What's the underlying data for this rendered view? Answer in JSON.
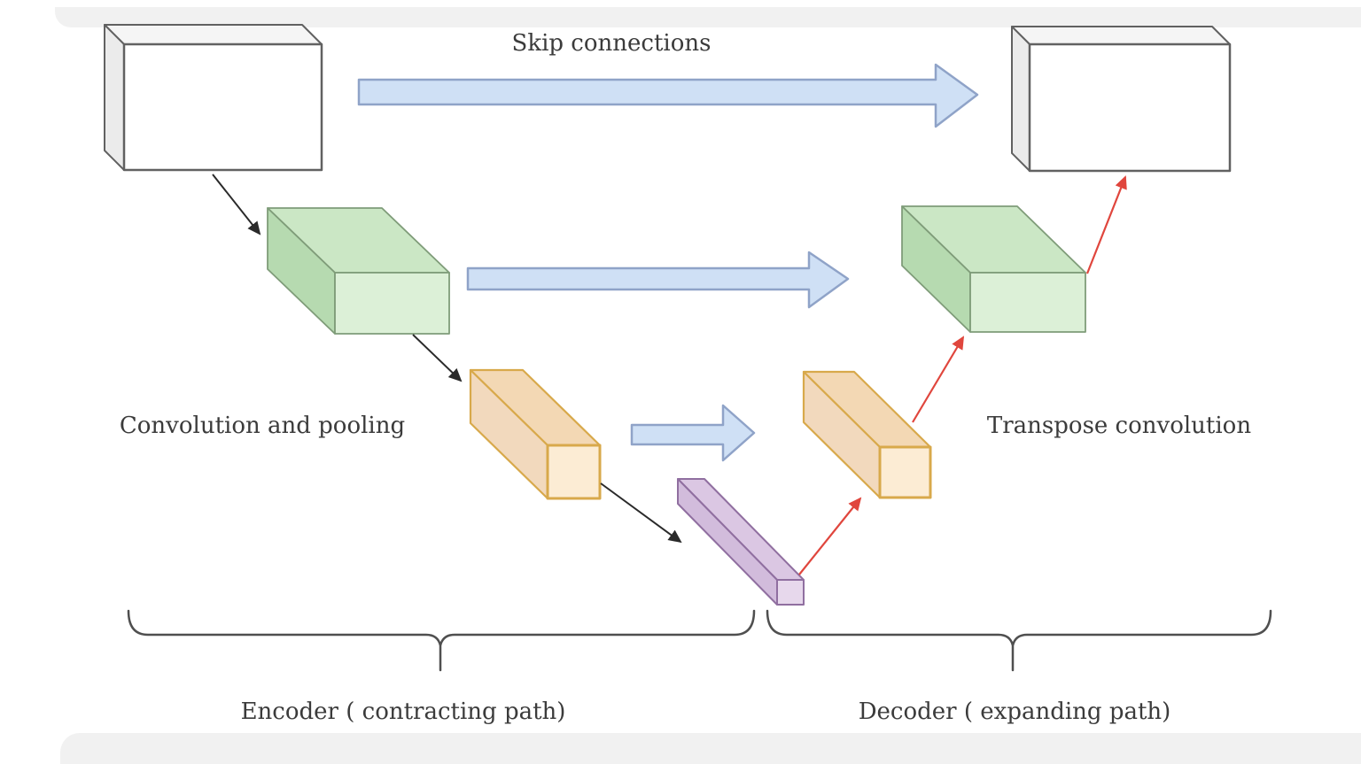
{
  "labels": {
    "skip_connections": "Skip connections",
    "convolution_pooling": "Convolution and pooling",
    "transpose_convolution": "Transpose convolution",
    "encoder": "Encoder ( contracting path)",
    "decoder": "Decoder ( expanding path)"
  },
  "colors": {
    "canvas_bg": "#ffffff",
    "band_bg": "#f1f1f1",
    "text": "#3b3b3b",
    "blue_arrow_fill": "#cfe0f5",
    "blue_arrow_stroke": "#8fa3c8",
    "box_white_front": "#ffffff",
    "box_white_top": "#f5f5f5",
    "box_white_side": "#ebebeb",
    "box_white_stroke": "#616161",
    "green_front": "#dcf0d7",
    "green_top": "#cbe7c5",
    "green_side": "#b6dab0",
    "green_stroke": "#7f9c79",
    "orange_front": "#fcecd4",
    "orange_top": "#f3d8b4",
    "orange_side": "#f2d9bd",
    "orange_stroke": "#d8a94b",
    "purple_front": "#e7d8ec",
    "purple_top": "#dbc7e3",
    "purple_side": "#d2bcdc",
    "purple_stroke": "#906fa0",
    "black_arrow": "#2a2a2a",
    "red_arrow": "#e0463d",
    "brace": "#4f4f4f"
  },
  "structure": {
    "kind": "U-Net style encoder-decoder architecture diagram",
    "encoder_path": [
      "white feature block",
      "green feature block",
      "orange feature block",
      "purple bottleneck block"
    ],
    "decoder_path": [
      "purple bottleneck block",
      "orange feature block",
      "green feature block",
      "white feature block"
    ],
    "skip_connection_count": 3,
    "downsample_operation": "Convolution and pooling (black arrows)",
    "upsample_operation": "Transpose convolution (red arrows)"
  }
}
